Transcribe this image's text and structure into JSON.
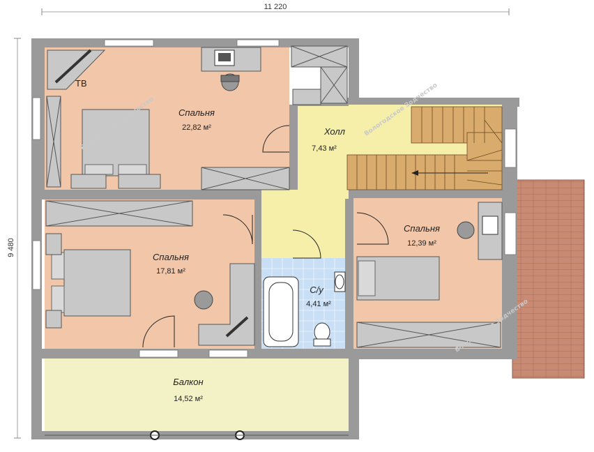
{
  "dimensions": {
    "width_label": "11 220",
    "height_label": "9 480"
  },
  "tv_label": "ТВ",
  "watermark": "Вологодское Зодчество",
  "rooms": {
    "bedroom_top": {
      "name": "Спальня",
      "area": "22,82 м²"
    },
    "hall": {
      "name": "Холл",
      "area": "7,43 м²"
    },
    "bedroom_left": {
      "name": "Спальня",
      "area": "17,81 м²"
    },
    "bedroom_right": {
      "name": "Спальня",
      "area": "12,39 м²"
    },
    "bathroom": {
      "name": "С/у",
      "area": "4,41 м²"
    },
    "balcony": {
      "name": "Балкон",
      "area": "14,52 м²"
    }
  },
  "colors": {
    "bedroom_floor": "#f2c6a8",
    "hall_floor": "#f5efaa",
    "bath_floor": "#c9dff5",
    "balcony_floor": "#f3f2c6",
    "terrace": "#c98a73",
    "wall": "#9a9a9a",
    "furniture": "#c8c8c8",
    "stairs": "#d9ac6e"
  }
}
